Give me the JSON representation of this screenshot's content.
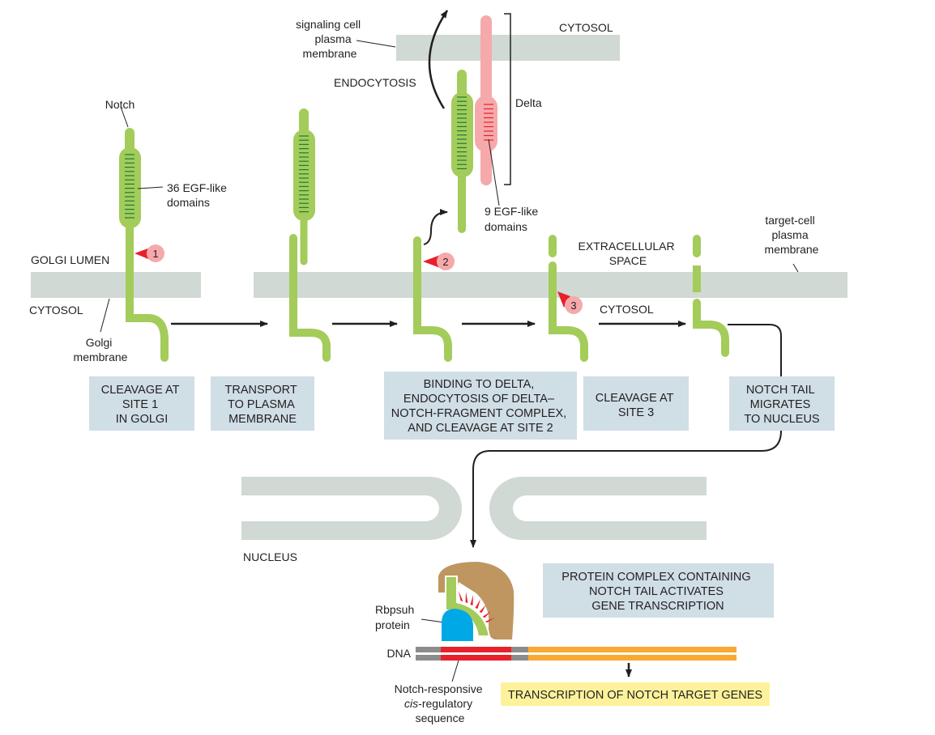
{
  "colors": {
    "membrane": "#d0d9d4",
    "notch": "#a3cc5a",
    "egf_stripe": "#1f7a3a",
    "delta": "#f6a9aa",
    "delta_stripe": "#e8202a",
    "cleavage_arrow": "#e8202a",
    "cleavage_badge": "#f6a9aa",
    "step_box": "#d0dee6",
    "dna_gray": "#8c8c8c",
    "dna_red": "#e8202a",
    "dna_orange": "#f9a932",
    "rbpsuh": "#00a9e6",
    "coactivator": "#bf9660",
    "transcription_box": "#fdf29b",
    "line": "#231f20"
  },
  "labels": {
    "notch": "Notch",
    "egf36": [
      "36 EGF-like",
      "domains"
    ],
    "golgi_lumen": "GOLGI LUMEN",
    "cytosol_left": "CYTOSOL",
    "golgi_membrane": [
      "Golgi",
      "membrane"
    ],
    "signaling_membrane": [
      "signaling cell",
      "plasma",
      "membrane"
    ],
    "cytosol_top": "CYTOSOL",
    "endocytosis": "ENDOCYTOSIS",
    "delta": "Delta",
    "egf9": [
      "9 EGF-like",
      "domains"
    ],
    "extracellular": [
      "EXTRACELLULAR",
      "SPACE"
    ],
    "target_membrane": [
      "target-cell",
      "plasma",
      "membrane"
    ],
    "cytosol_right": "CYTOSOL",
    "nucleus": "NUCLEUS",
    "rbpsuh": [
      "Rbpsuh",
      "protein"
    ],
    "dna": "DNA",
    "cis_reg": [
      "Notch-responsive",
      "cis",
      "-regulatory",
      "sequence"
    ]
  },
  "cleavage_sites": [
    "1",
    "2",
    "3"
  ],
  "steps": [
    {
      "id": "step1",
      "lines": [
        "CLEAVAGE AT",
        "SITE 1",
        "IN GOLGI"
      ]
    },
    {
      "id": "step2",
      "lines": [
        "TRANSPORT",
        "TO PLASMA",
        "MEMBRANE"
      ]
    },
    {
      "id": "step3",
      "lines": [
        "BINDING TO DELTA,",
        "ENDOCYTOSIS OF DELTA–",
        "NOTCH-FRAGMENT COMPLEX,",
        "AND CLEAVAGE AT SITE 2"
      ]
    },
    {
      "id": "step4",
      "lines": [
        "CLEAVAGE AT",
        "SITE 3"
      ]
    },
    {
      "id": "step5",
      "lines": [
        "NOTCH TAIL",
        "MIGRATES",
        "TO NUCLEUS"
      ]
    }
  ],
  "complex_box": [
    "PROTEIN COMPLEX CONTAINING",
    "NOTCH TAIL ACTIVATES",
    "GENE TRANSCRIPTION"
  ],
  "transcription_box": "TRANSCRIPTION OF NOTCH TARGET GENES"
}
